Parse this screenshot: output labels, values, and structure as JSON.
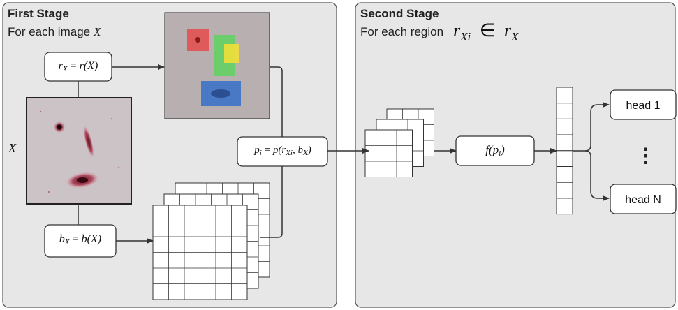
{
  "stage1": {
    "title": "First Stage",
    "subtitle_prefix": "For each image",
    "subtitle_var": "X",
    "image_label": "X",
    "region_fn": {
      "lhs": "r",
      "lhs_sub": "X",
      "rhs": "r(X)"
    },
    "box_fn": {
      "lhs": "b",
      "lhs_sub": "X",
      "rhs": "b(X)"
    },
    "pool_fn": {
      "lhs": "p",
      "lhs_sub": "i",
      "rhs_pre": "p(r",
      "rhs_sub": "Xi",
      "rhs_post": ", b",
      "rhs_sub2": "X",
      "rhs_end": ")"
    }
  },
  "stage2": {
    "title": "Second Stage",
    "subtitle_prefix": "For each region",
    "subtitle_math": {
      "var": "r",
      "sub": "Xi",
      "op": "∈",
      "set": "r",
      "set_sub": "X"
    },
    "feature_fn": {
      "fn": "f(p",
      "sub": "i",
      "end": ")"
    },
    "heads": [
      "head 1",
      "head N"
    ],
    "ellipsis": "⋮"
  },
  "colors": {
    "panel_bg": "#e7e7e7",
    "panel_border": "#555555",
    "region_red": "#e64b4b",
    "region_green": "#5fd35f",
    "region_yellow": "#f2df3a",
    "region_blue": "#3d73c8"
  }
}
